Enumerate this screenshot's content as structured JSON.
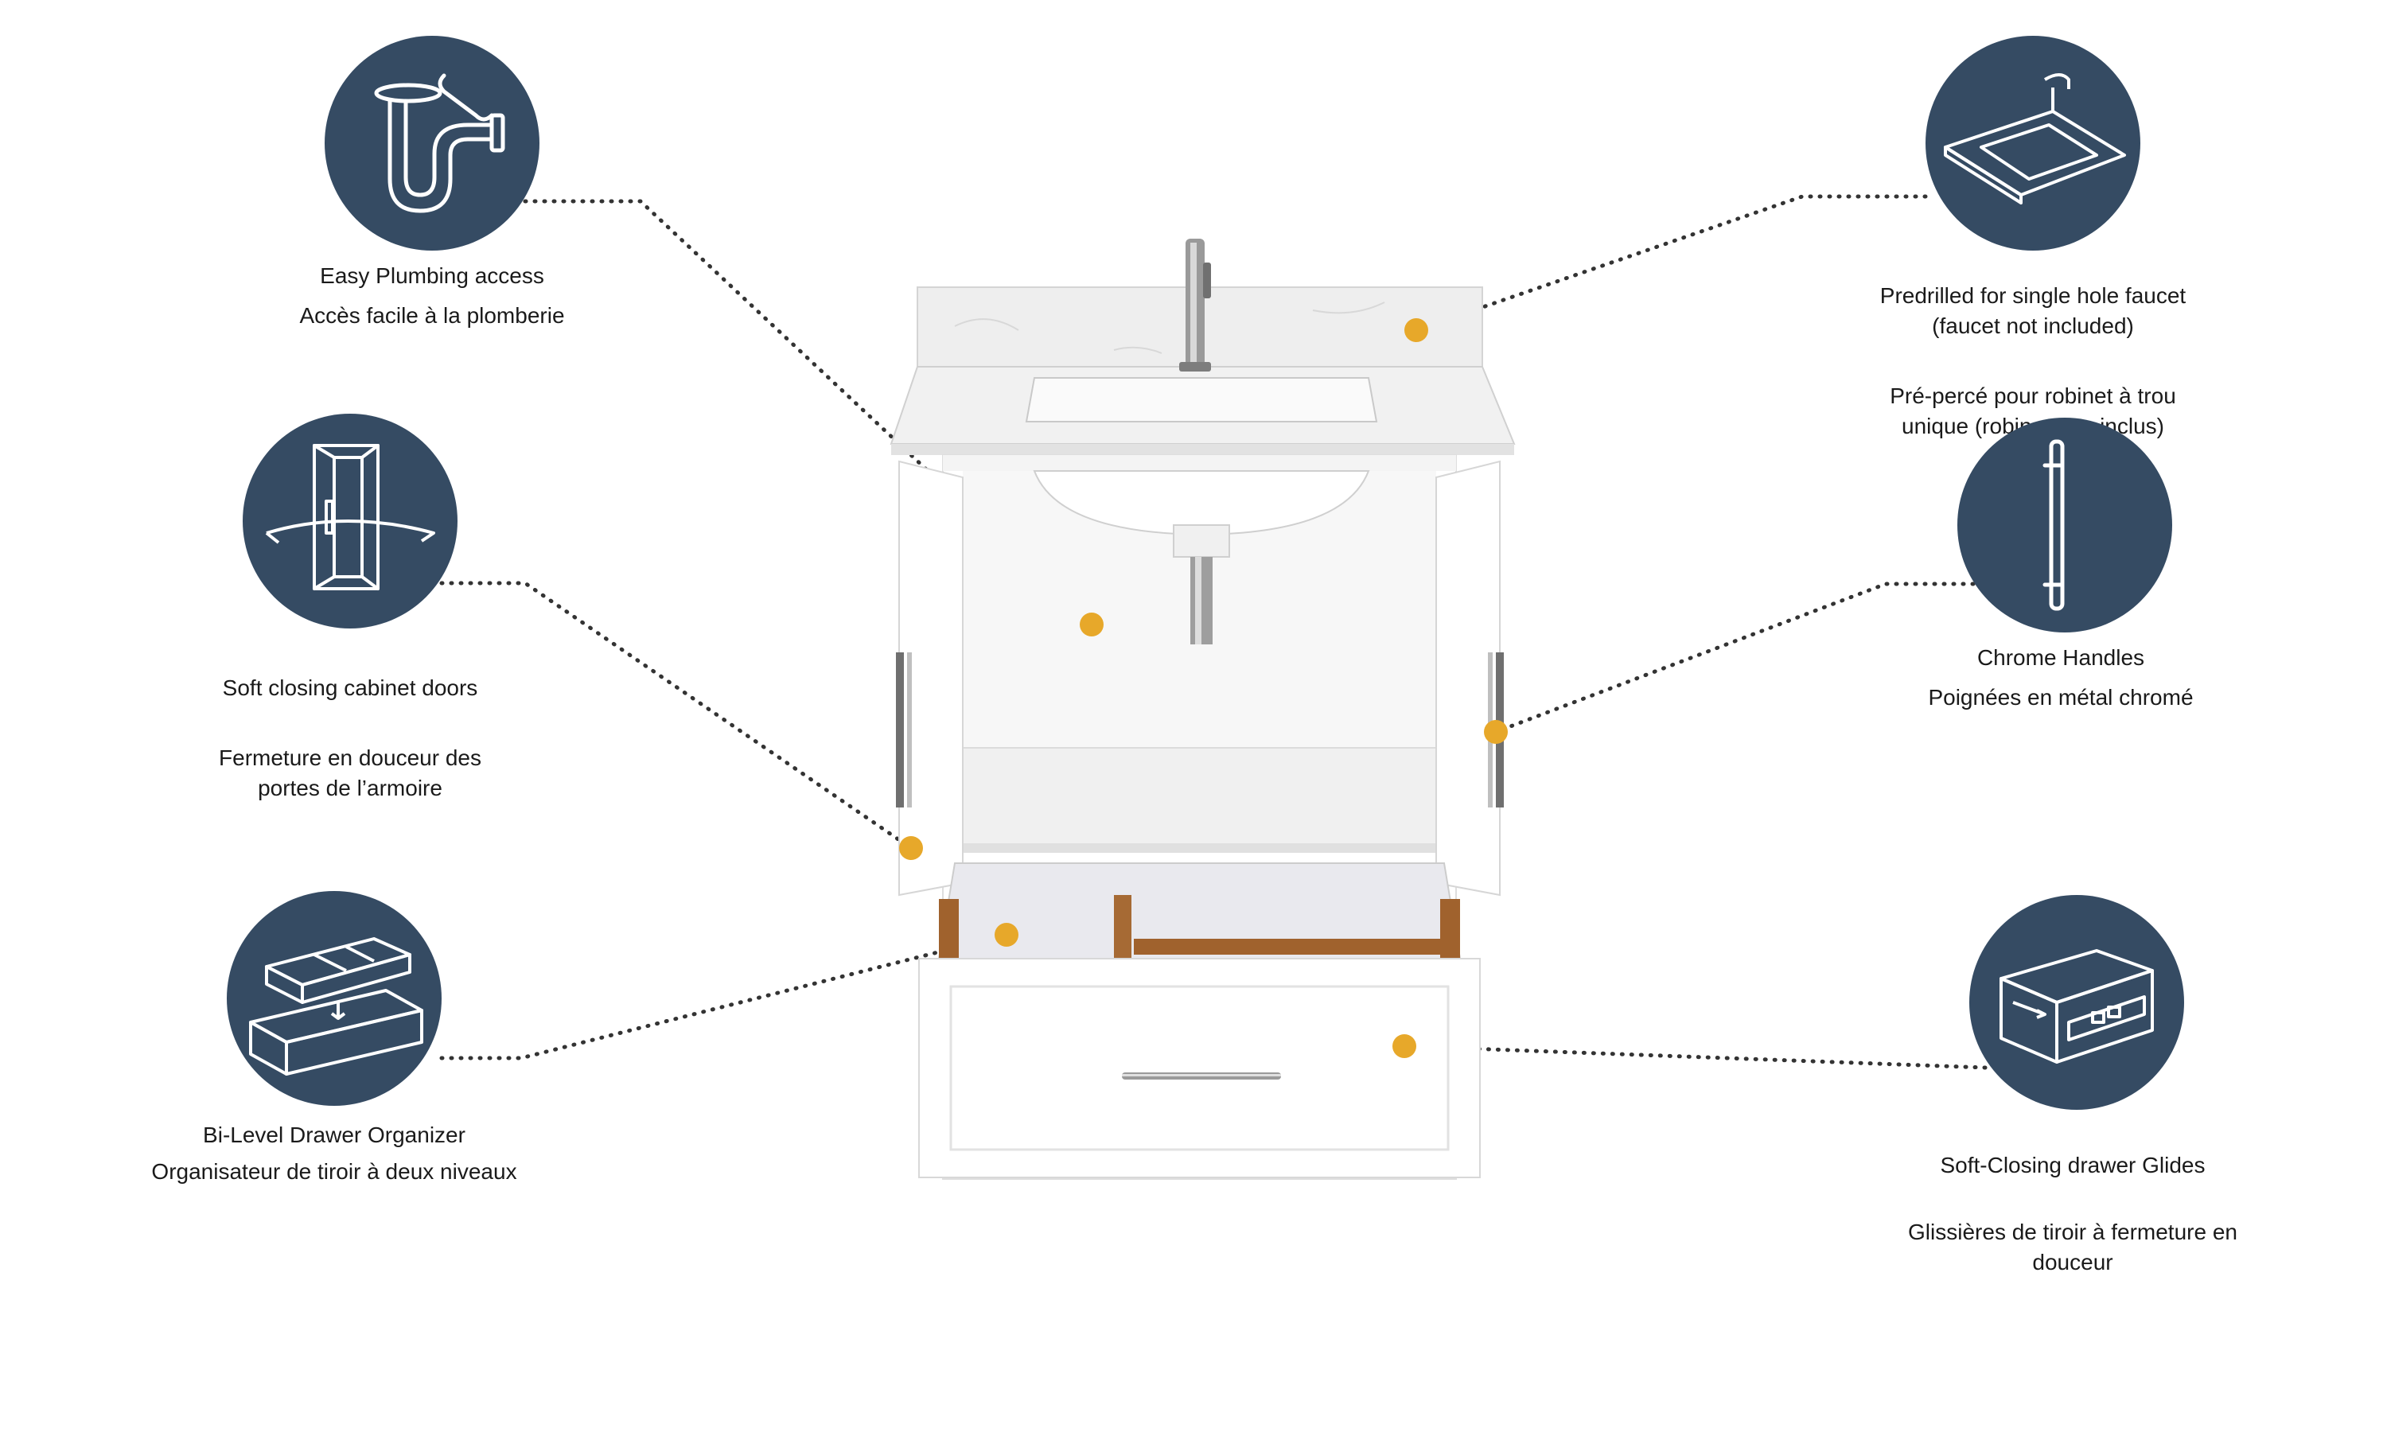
{
  "colors": {
    "icon_circle": "#354b63",
    "hotspot": "#e7a82a",
    "leader_line": "#333333",
    "cabinet": "#ffffff",
    "countertop": "#eeeeee"
  },
  "features": [
    {
      "id": "plumbing",
      "icon": "plumbing-pipe-wrench-icon",
      "en": "Easy Plumbing access",
      "fr": "Accès facile à la plomberie"
    },
    {
      "id": "faucet",
      "icon": "countertop-faucet-icon",
      "en": "Predrilled for single hole faucet\n(faucet not included)",
      "fr": "Pré-percé pour robinet à trou\nunique (robinet non inclus)"
    },
    {
      "id": "doors",
      "icon": "cabinet-door-icon",
      "en": "Soft closing cabinet doors",
      "fr": "Fermeture en douceur des\nportes de l’armoire"
    },
    {
      "id": "handles",
      "icon": "chrome-handle-icon",
      "en": "Chrome Handles",
      "fr": "Poignées en métal chromé"
    },
    {
      "id": "organizer",
      "icon": "drawer-organizer-icon",
      "en": "Bi-Level Drawer Organizer",
      "fr": "Organisateur de tiroir à deux niveaux"
    },
    {
      "id": "glides",
      "icon": "drawer-glide-icon",
      "en": "Soft-Closing drawer Glides",
      "fr": "Glissières de tiroir à fermeture en\ndouceur"
    }
  ]
}
